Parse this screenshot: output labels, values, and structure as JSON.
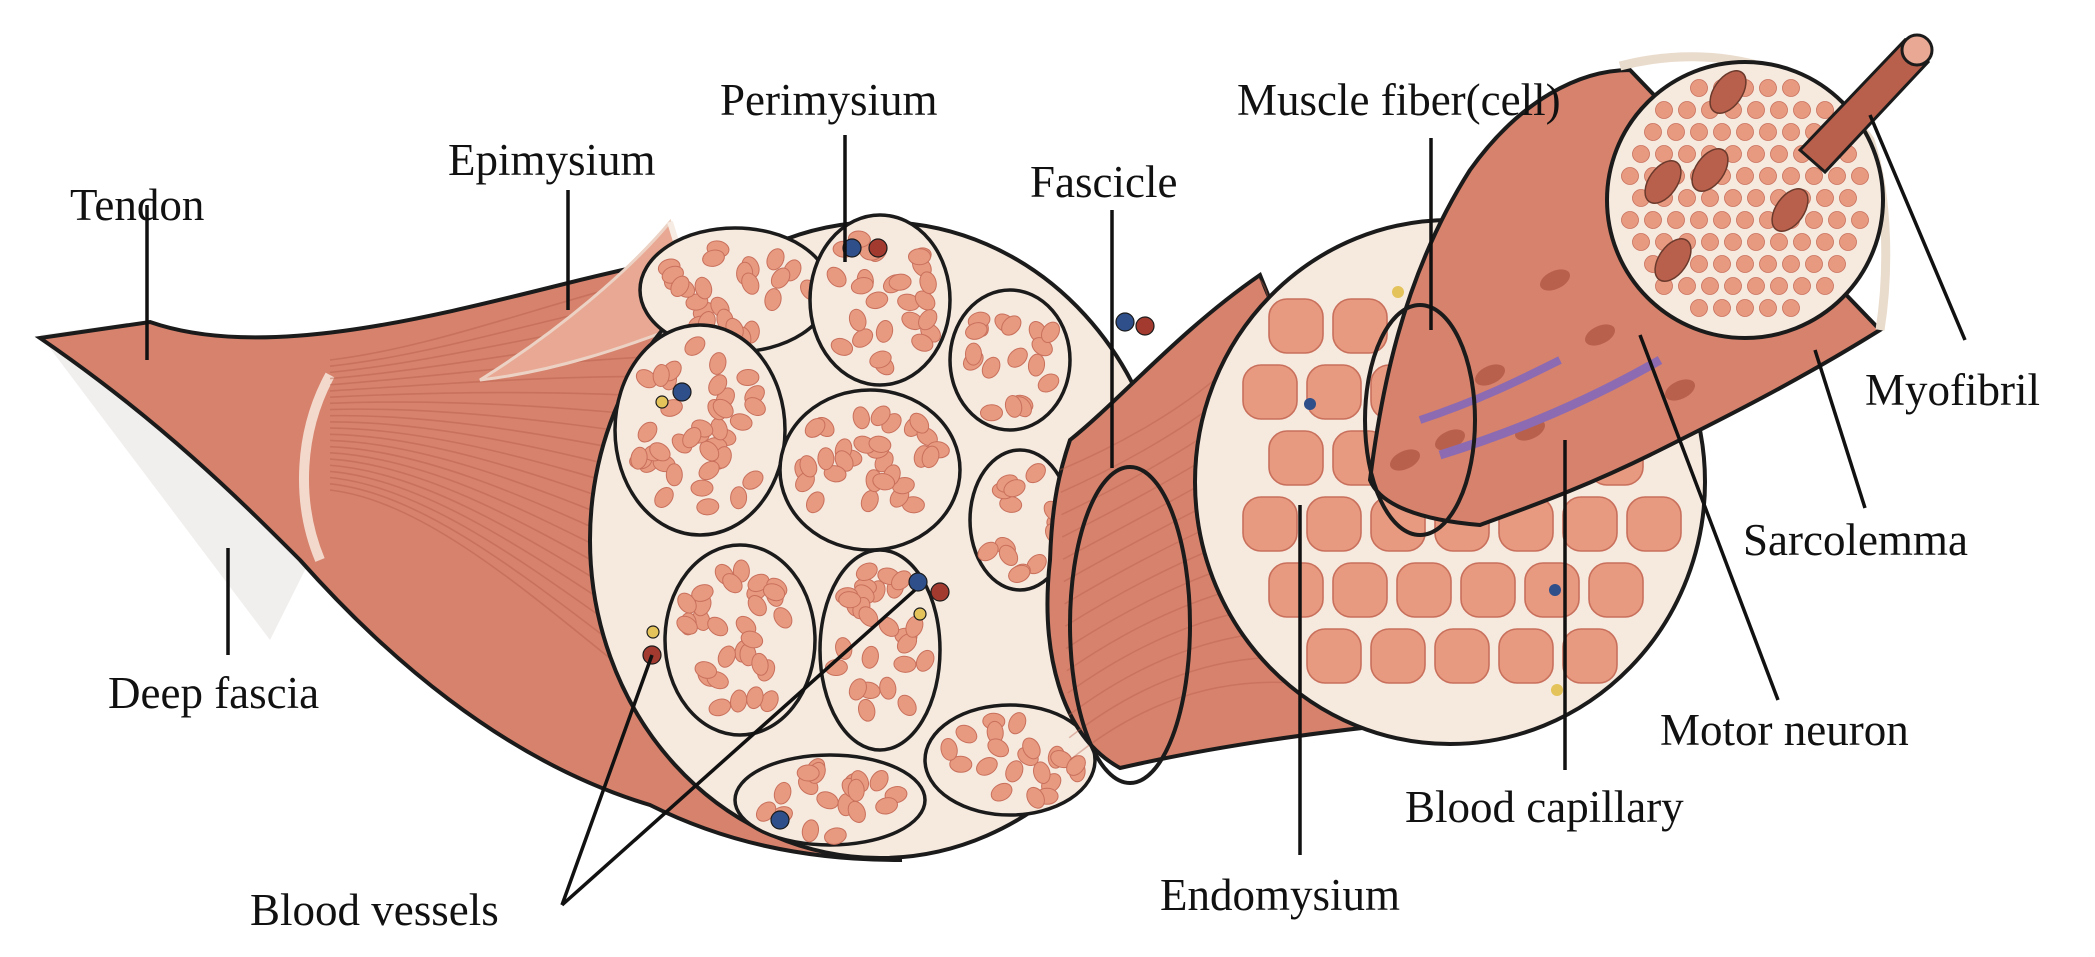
{
  "colors": {
    "muscle": "#d6826d",
    "muscle_dark": "#b9604c",
    "muscle_light": "#e9a893",
    "connective": "#f6e9de",
    "fiber": "#e79a80",
    "fiber_edge": "#c9705c",
    "tendon": "#f1efee",
    "vein": "#2e4f8a",
    "artery": "#a33a2f",
    "nerve_dot": "#e3c35a",
    "capillary": "#8d6bb2"
  },
  "labels": {
    "tendon": "Tendon",
    "epimysium": "Epimysium",
    "perimysium": "Perimysium",
    "fascicle": "Fascicle",
    "muscle_fiber": "Muscle fiber(cell)",
    "myofibril": "Myofibril",
    "sarcolemma": "Sarcolemma",
    "motor_neuron": "Motor neuron",
    "blood_capillary": "Blood capillary",
    "endomysium": "Endomysium",
    "blood_vessels": "Blood vessels",
    "deep_fascia": "Deep fascia"
  }
}
